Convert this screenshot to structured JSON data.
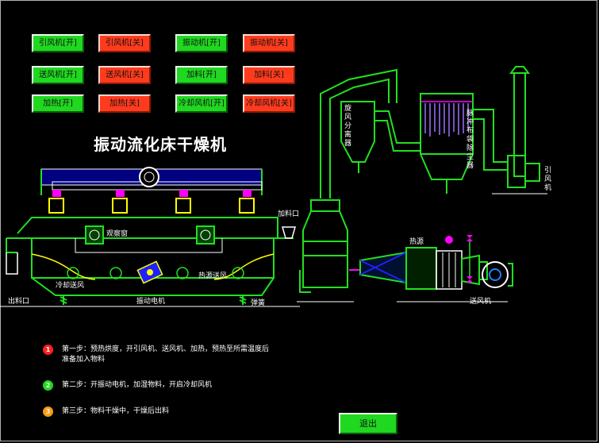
{
  "title": "振动流化床干燥机",
  "controls": [
    {
      "id": "induced-fan-on",
      "label": "引风机[开]",
      "state": "on"
    },
    {
      "id": "induced-fan-off",
      "label": "引风机[关]",
      "state": "off"
    },
    {
      "id": "vibration-motor-on",
      "label": "振动机[开]",
      "state": "on"
    },
    {
      "id": "vibration-motor-off",
      "label": "振动机[关]",
      "state": "off"
    },
    {
      "id": "blower-on",
      "label": "送风机[开]",
      "state": "on"
    },
    {
      "id": "blower-off",
      "label": "送风机[关]",
      "state": "off"
    },
    {
      "id": "feeder-on",
      "label": "加料[开]",
      "state": "on"
    },
    {
      "id": "feeder-off",
      "label": "加料[关]",
      "state": "off"
    },
    {
      "id": "heater-on",
      "label": "加热[开]",
      "state": "on"
    },
    {
      "id": "heater-off",
      "label": "加热[关]",
      "state": "off"
    },
    {
      "id": "cooling-fan-on",
      "label": "冷却风机[开]",
      "state": "on"
    },
    {
      "id": "cooling-fan-off",
      "label": "冷却风机[关]",
      "state": "off"
    }
  ],
  "labels": {
    "observation_window": "观察窗",
    "feed_inlet": "加料口",
    "discharge_outlet": "出料口",
    "cooling_air": "冷却送风",
    "hot_air": "热源送风",
    "vibration_motor": "振动电机",
    "spring": "弹簧",
    "heat_source": "热源",
    "blower": "送风机",
    "cyclone": "旋风分离器",
    "bag_filter": "脉冲布袋除尘器",
    "induced_fan": "引风机"
  },
  "steps": [
    {
      "num": "1",
      "color": "#ff2020",
      "text": "第一步：预热烘度，开引风机、送风机、加热，预热至所需温度后准备加入物料"
    },
    {
      "num": "2",
      "color": "#20d820",
      "text": "第二步：开振动电机，加湿物料，开启冷却风机"
    },
    {
      "num": "3",
      "color": "#ff9a10",
      "text": "第三步：物料干燥中，干燥后出料"
    }
  ],
  "exit_label": "退出",
  "colors": {
    "pipe": "#20e020",
    "equipment": "#ffffff",
    "accent": "#ff00ff",
    "bed": "#0000ff",
    "filter": "#a070ff"
  }
}
